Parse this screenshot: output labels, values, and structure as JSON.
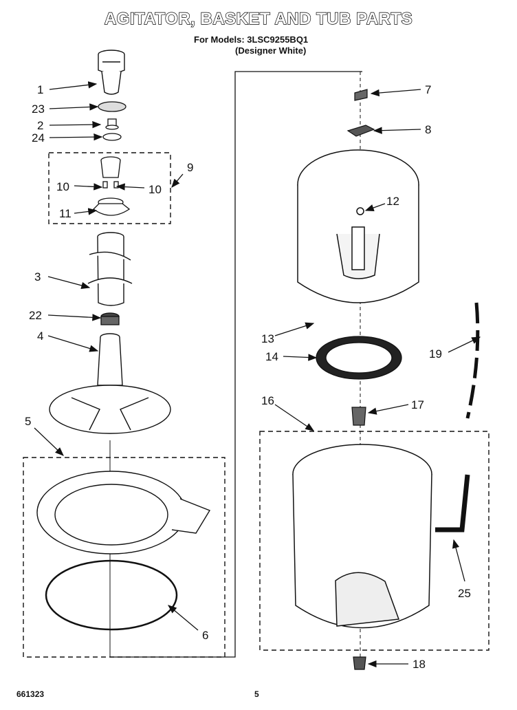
{
  "header": {
    "title": "AGITATOR, BASKET AND TUB PARTS",
    "models_line": "For Models: 3LSC9255BQ1",
    "designer_line": "(Designer White)"
  },
  "footer": {
    "doc_number": "661323",
    "page_number": "5"
  },
  "callouts": {
    "c1": "1",
    "c23": "23",
    "c2": "2",
    "c24": "24",
    "c9": "9",
    "c10a": "10",
    "c10b": "10",
    "c11": "11",
    "c3": "3",
    "c22": "22",
    "c4": "4",
    "c5": "5",
    "c6": "6",
    "c7": "7",
    "c8": "8",
    "c12": "12",
    "c13": "13",
    "c14": "14",
    "c19": "19",
    "c16": "16",
    "c17": "17",
    "c25": "25",
    "c18": "18"
  }
}
